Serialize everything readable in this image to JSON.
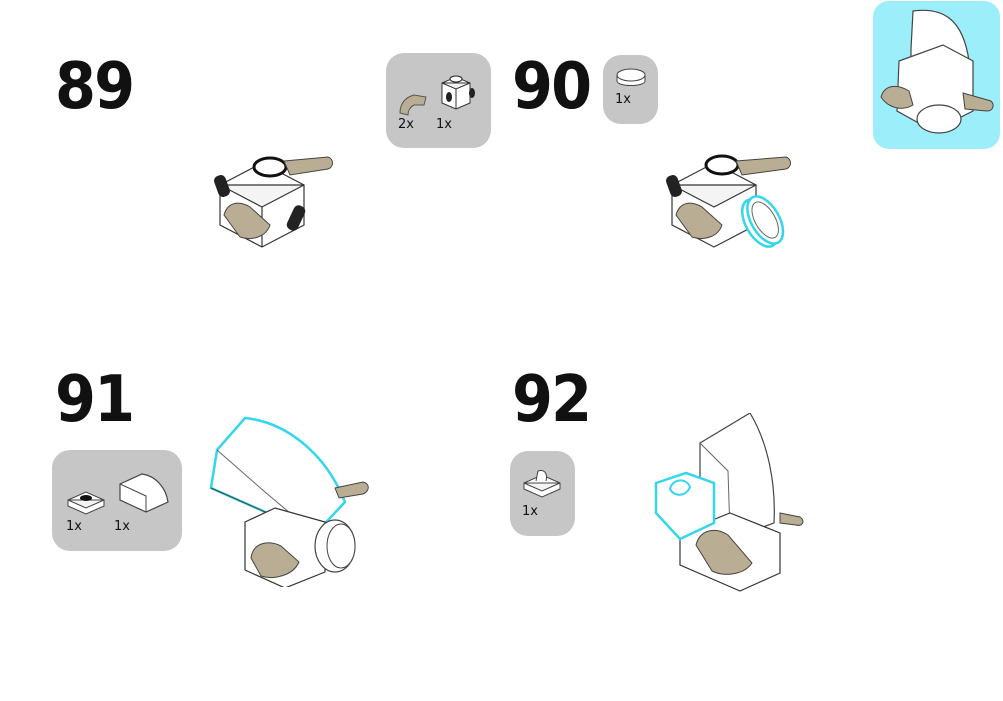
{
  "steps": [
    {
      "number": "89",
      "parts": [
        {
          "name": "tan horn",
          "qty": "2x"
        },
        {
          "name": "white brick with studs on sides",
          "qty": "1x"
        }
      ]
    },
    {
      "number": "90",
      "parts": [
        {
          "name": "white round tile",
          "qty": "1x"
        }
      ]
    },
    {
      "number": "91",
      "parts": [
        {
          "name": "white plate with center stud",
          "qty": "1x"
        },
        {
          "name": "white curved slope",
          "qty": "1x"
        }
      ]
    },
    {
      "number": "92",
      "parts": [
        {
          "name": "white plate with clip",
          "qty": "1x"
        }
      ]
    }
  ],
  "colors": {
    "parts_box": "#c6c6c6",
    "preview_bg": "#9beefa",
    "highlight": "#33d6ec",
    "horn": "#b9ad93",
    "brick": "#ffffff"
  }
}
